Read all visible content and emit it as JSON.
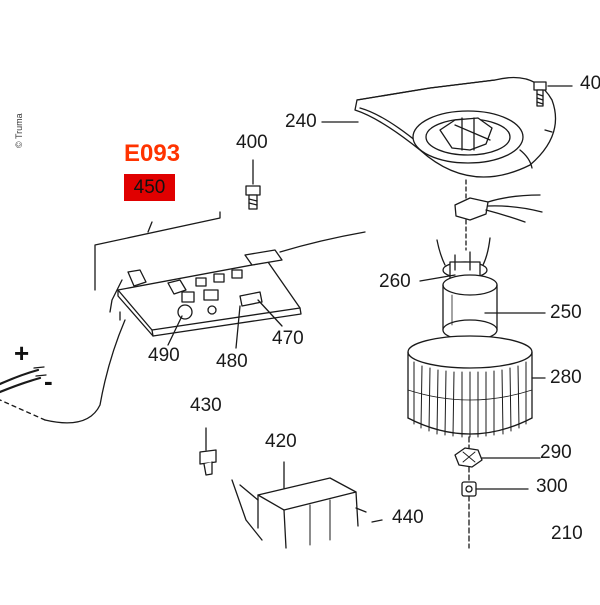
{
  "copyright": "© Truma",
  "kit_code": "E093",
  "highlighted_part": "450",
  "colors": {
    "accent": "#ff3300",
    "badge": "#e00000",
    "line": "#1a1a1a"
  },
  "polarity": {
    "plus": "+",
    "minus": "-"
  },
  "labels": {
    "l240": "240",
    "l400a": "400",
    "l400b": "40",
    "l260": "260",
    "l250": "250",
    "l280": "280",
    "l290": "290",
    "l300": "300",
    "l210": "210",
    "l490": "490",
    "l480": "480",
    "l470": "470",
    "l430": "430",
    "l420": "420",
    "l440": "440"
  }
}
